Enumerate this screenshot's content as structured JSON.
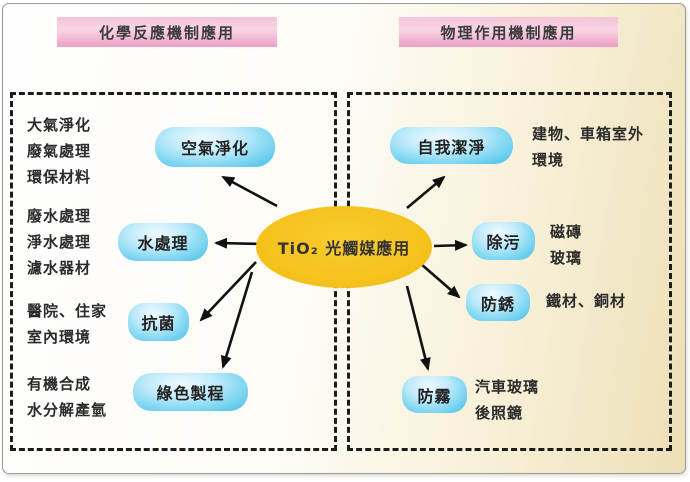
{
  "headers": {
    "left": "化學反應機制應用",
    "right": "物理作用機制應用"
  },
  "center_label": "TiO₂ 光觸媒應用",
  "left_nodes": [
    {
      "label": "空氣淨化",
      "side": [
        "大氣淨化",
        "廢氣處理",
        "環保材料"
      ]
    },
    {
      "label": "水處理",
      "side": [
        "廢水處理",
        "淨水處理",
        "濾水器材"
      ]
    },
    {
      "label": "抗菌",
      "side": [
        "醫院、住家",
        "室內環境"
      ]
    },
    {
      "label": "綠色製程",
      "side": [
        "有機合成",
        "水分解產氫"
      ]
    }
  ],
  "right_nodes": [
    {
      "label": "自我潔淨",
      "side": [
        "建物、車箱室外",
        "環境"
      ]
    },
    {
      "label": "除污",
      "side": [
        "磁磚",
        "玻璃"
      ]
    },
    {
      "label": "防銹",
      "side": [
        "鐵材、銅材"
      ]
    },
    {
      "label": "防霧",
      "side": [
        "汽車玻璃",
        "後照鏡"
      ]
    }
  ],
  "colors": {
    "header_pink": "#ec9fc6",
    "node_blue": "#45bee8",
    "center_yellow": "#f5c21d",
    "background_cream": "#eddfb6",
    "arrow_black": "#111111"
  }
}
